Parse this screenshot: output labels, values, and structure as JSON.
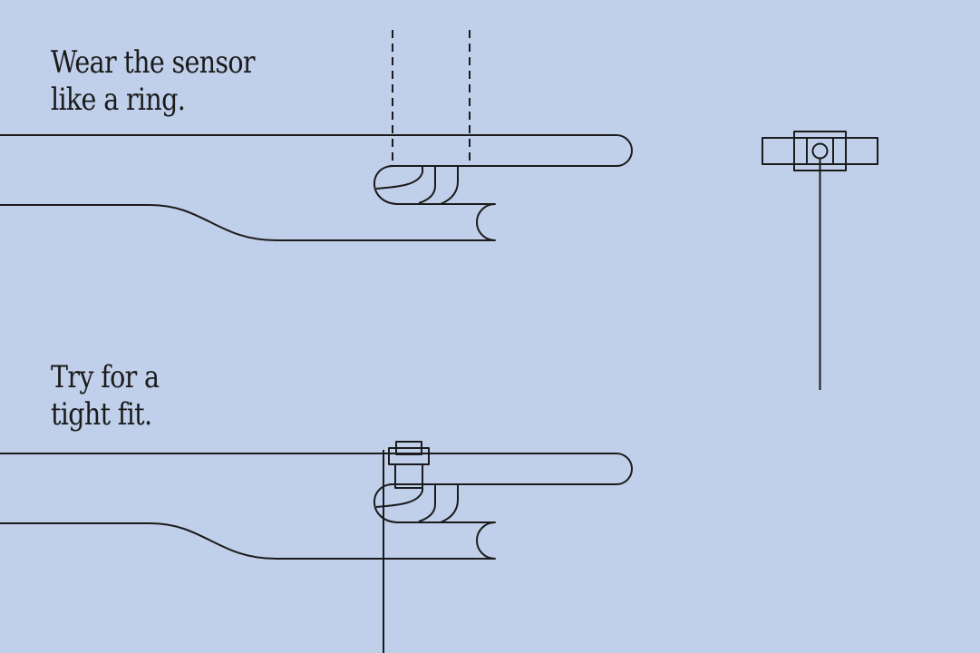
{
  "steps": [
    {
      "lines": [
        "Wear the sensor",
        "like a ring."
      ]
    },
    {
      "lines": [
        "Try for a",
        "tight fit."
      ]
    }
  ],
  "colors": {
    "background": "#c0cfea",
    "line": "#1b1b1b"
  },
  "icons": {
    "hand_top": "pointing-hand-icon",
    "hand_bottom": "pointing-hand-icon",
    "sensor_ring": "ring-sensor-icon",
    "sensor_detail": "sensor-band-icon"
  }
}
